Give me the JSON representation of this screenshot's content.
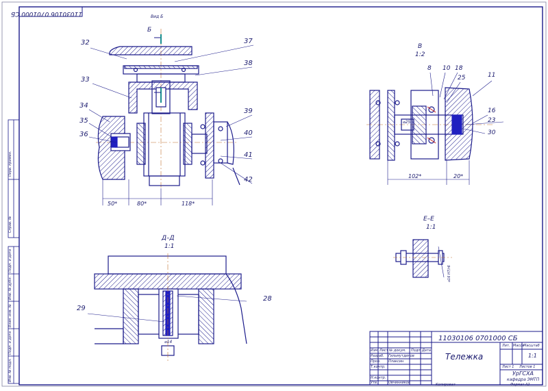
{
  "sheet": {
    "stamp_code": "11030106 0701000 СБ",
    "document_code": "11030106 0701000 СБ",
    "title": "Тележка"
  },
  "views": {
    "view_b": "Вид Б",
    "view_b_marker": "Б",
    "section_v_letter": "В",
    "section_v_scale": "1:2",
    "section_dd_letter": "Д–Д",
    "section_dd_scale": "1:1",
    "section_ee_letter": "Е–Е",
    "section_ee_scale": "1:1"
  },
  "callouts": {
    "p32": "32",
    "p33": "33",
    "p34": "34",
    "p35": "35",
    "p36": "36",
    "p37": "37",
    "p38": "38",
    "p39": "39",
    "p40": "40",
    "p41": "41",
    "p42": "42",
    "p8": "8",
    "p10": "10",
    "p18": "18",
    "p25": "25",
    "p11": "11",
    "p16": "16",
    "p23": "23",
    "p30": "30",
    "p28": "28",
    "p29": "29"
  },
  "dimensions": {
    "d50": "50*",
    "d80": "80*",
    "d118": "118*",
    "d102": "102*",
    "d20": "20*",
    "d_phi14": "⌀14",
    "d_v_dia": "⌀25",
    "d_ee": "⌀16 H7/r6"
  },
  "title_block": {
    "scale": "1:1",
    "sheet": "Лист 1",
    "sheets_label": "Листов 1",
    "org_line1": "УрГСХА",
    "org_line2": "кафедра ЭМТП",
    "format": "Формат А2",
    "copied": "Копировал",
    "col_lit": "Лит.",
    "col_mass": "Масса",
    "col_scale": "Масштаб",
    "row_izm": "Изм.",
    "row_list": "Лист",
    "row_ndoc": "№ докум.",
    "row_podp": "Подп.",
    "row_data": "Дата",
    "razrab": "Разраб.",
    "razrab_name": "Гильмутдинов",
    "prov": "Пров.",
    "prov_name": "Плаксин",
    "tkontr": "Т.контр.",
    "nkontr": "Н.контр.",
    "utv": "Утв.",
    "utv_name": "Овчинников"
  },
  "left_strip": {
    "perv_primen": "Перв. примен.",
    "sprav": "Справ. №",
    "podp_data1": "Подп. и дата",
    "inv_dubl": "Инв. № дубл.",
    "vzam_inv": "Взам. инв. №",
    "podp_data2": "Подп. и дата",
    "inv_podl": "Инв. № подл."
  }
}
